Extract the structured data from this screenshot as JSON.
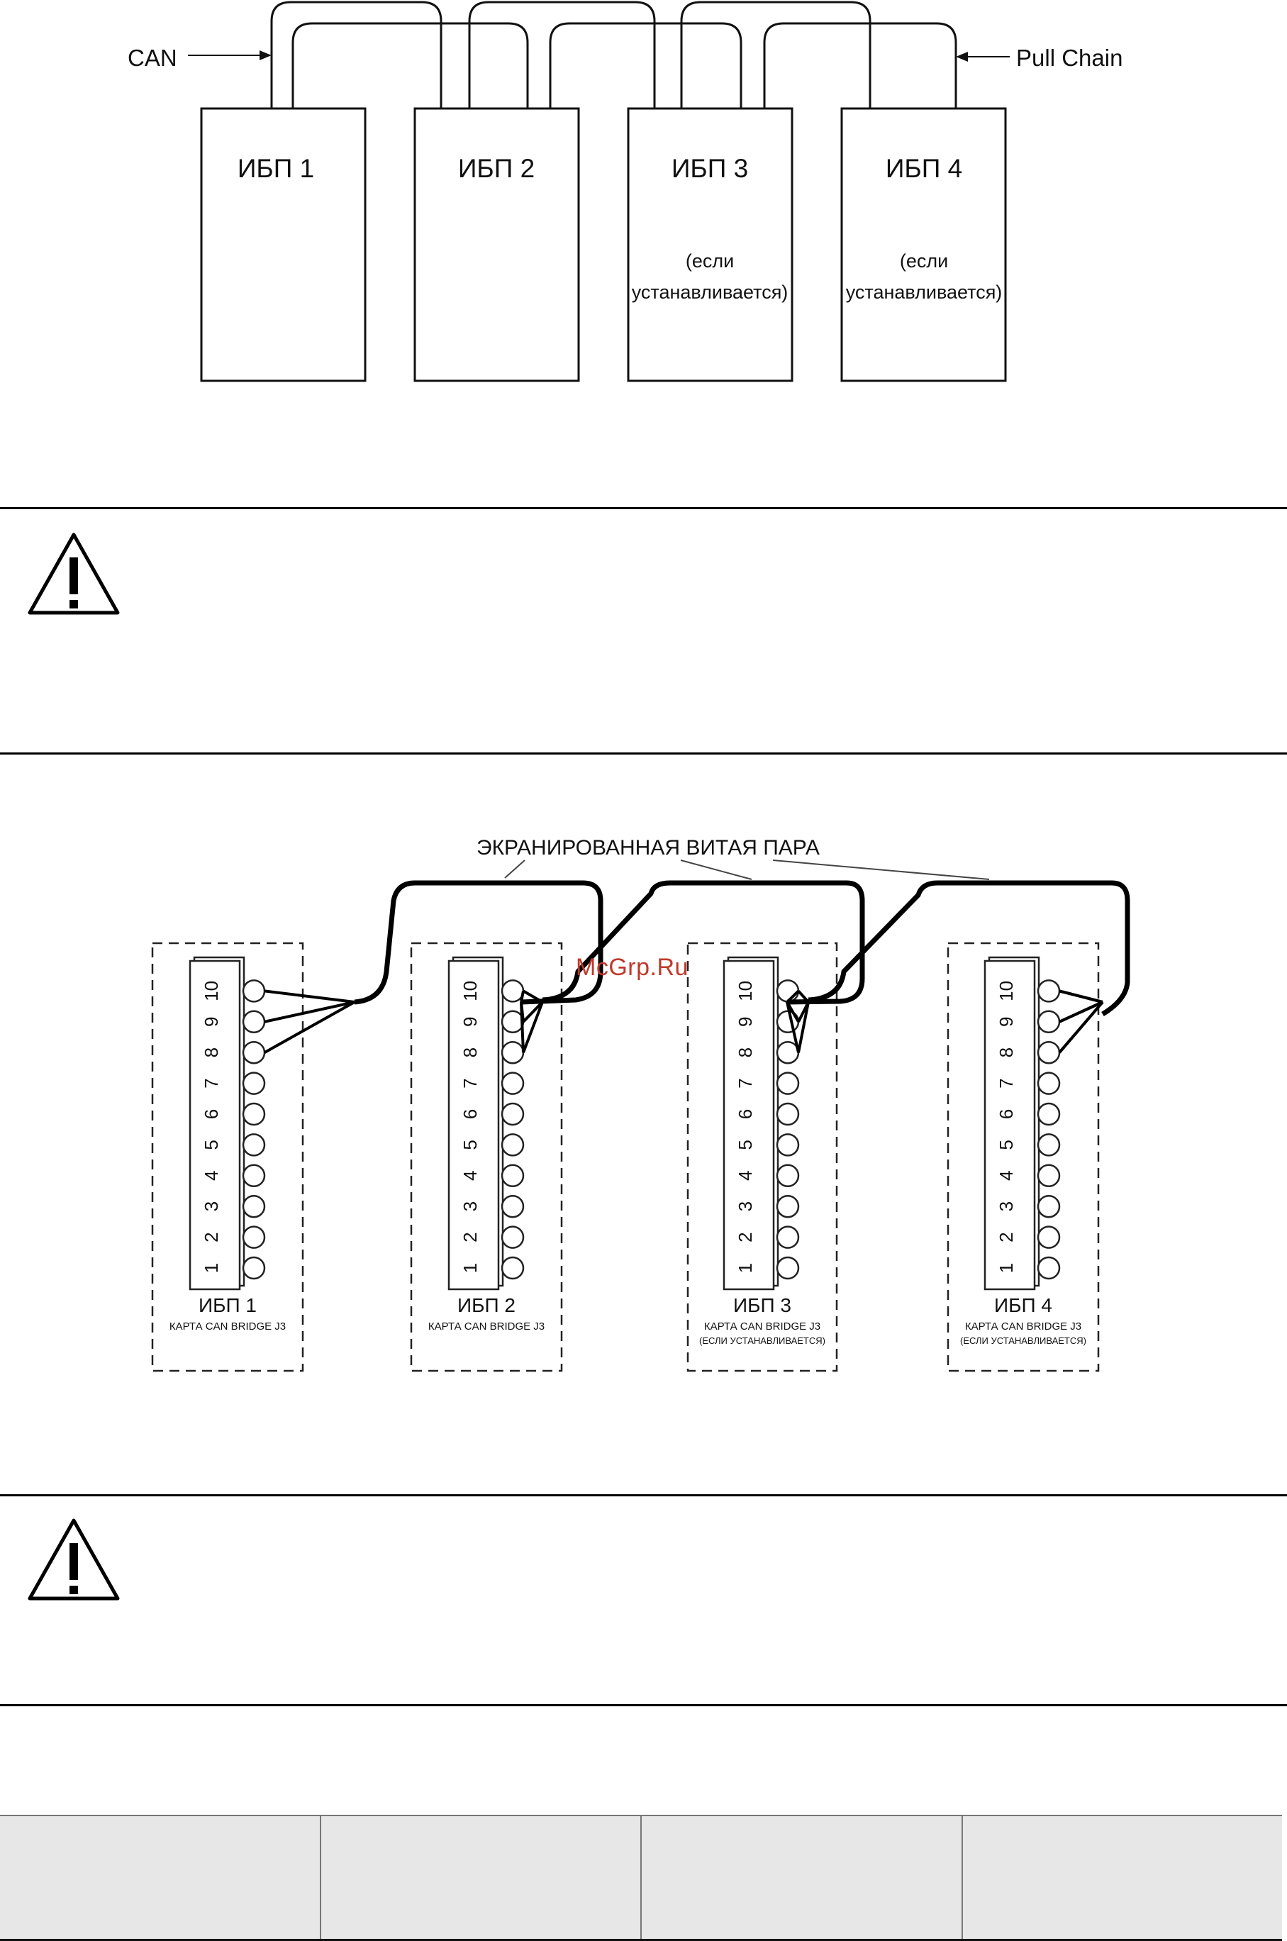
{
  "diagram1": {
    "can_label": "CAN",
    "pull_chain_label": "Pull Chain",
    "ups": [
      {
        "name": "ИБП 1",
        "note1": "",
        "note2": ""
      },
      {
        "name": "ИБП 2",
        "note1": "",
        "note2": ""
      },
      {
        "name": "ИБП 3",
        "note1": "(если",
        "note2": "устанавливается)"
      },
      {
        "name": "ИБП 4",
        "note1": "(если",
        "note2": "устанавливается)"
      }
    ]
  },
  "diagram2": {
    "cable_label": "ЭКРАНИРОВАННАЯ ВИТАЯ ПАРА",
    "watermark": "McGrp.Ru",
    "pins": [
      "1",
      "2",
      "3",
      "4",
      "5",
      "6",
      "7",
      "8",
      "9",
      "10"
    ],
    "cards": [
      {
        "name": "ИБП 1",
        "sub": "КАРТА CAN BRIDGE J3",
        "sub2": ""
      },
      {
        "name": "ИБП 2",
        "sub": "КАРТА CAN BRIDGE J3",
        "sub2": ""
      },
      {
        "name": "ИБП 3",
        "sub": "КАРТА CAN BRIDGE J3",
        "sub2": "(ЕСЛИ УСТАНАВЛИВАЕТСЯ)"
      },
      {
        "name": "ИБП 4",
        "sub": "КАРТА CAN BRIDGE J3",
        "sub2": "(ЕСЛИ УСТАНАВЛИВАЕТСЯ)"
      }
    ]
  },
  "warnings": [
    {
      "icon": "warning-triangle-icon"
    },
    {
      "icon": "warning-triangle-icon"
    }
  ],
  "footer": {
    "cells": [
      "",
      "",
      "",
      ""
    ]
  }
}
